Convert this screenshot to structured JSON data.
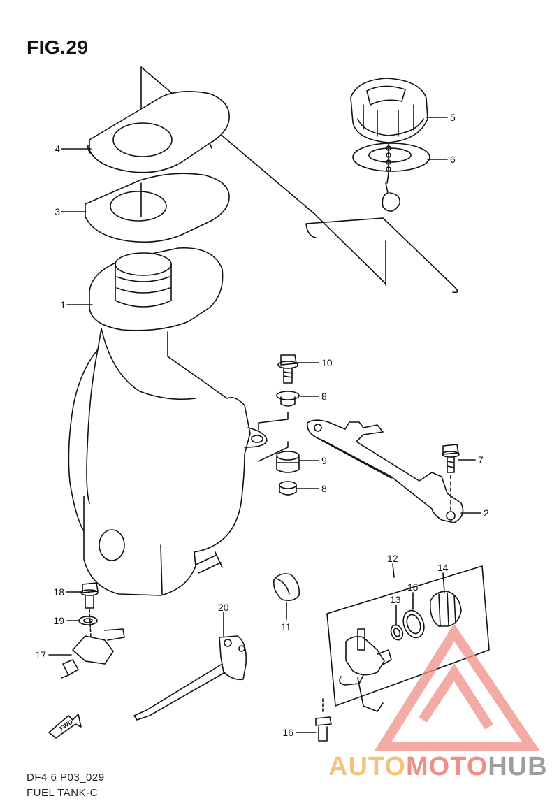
{
  "figure": {
    "title": "FIG.29",
    "code": "DF4 6 P03_029",
    "name": "FUEL TANK-C"
  },
  "direction_arrow_label": "FWD",
  "callouts": [
    "1",
    "2",
    "3",
    "4",
    "5",
    "6",
    "7",
    "8",
    "8",
    "9",
    "10",
    "11",
    "12",
    "13",
    "14",
    "15",
    "16",
    "17",
    "18",
    "19",
    "20"
  ],
  "watermark": {
    "part1": "AUTO",
    "part2": "MOTO",
    "part3": "HUB",
    "colors": {
      "orange": "#f3c27c",
      "red": "#ef8f87",
      "gray": "#9e9e9e"
    }
  }
}
